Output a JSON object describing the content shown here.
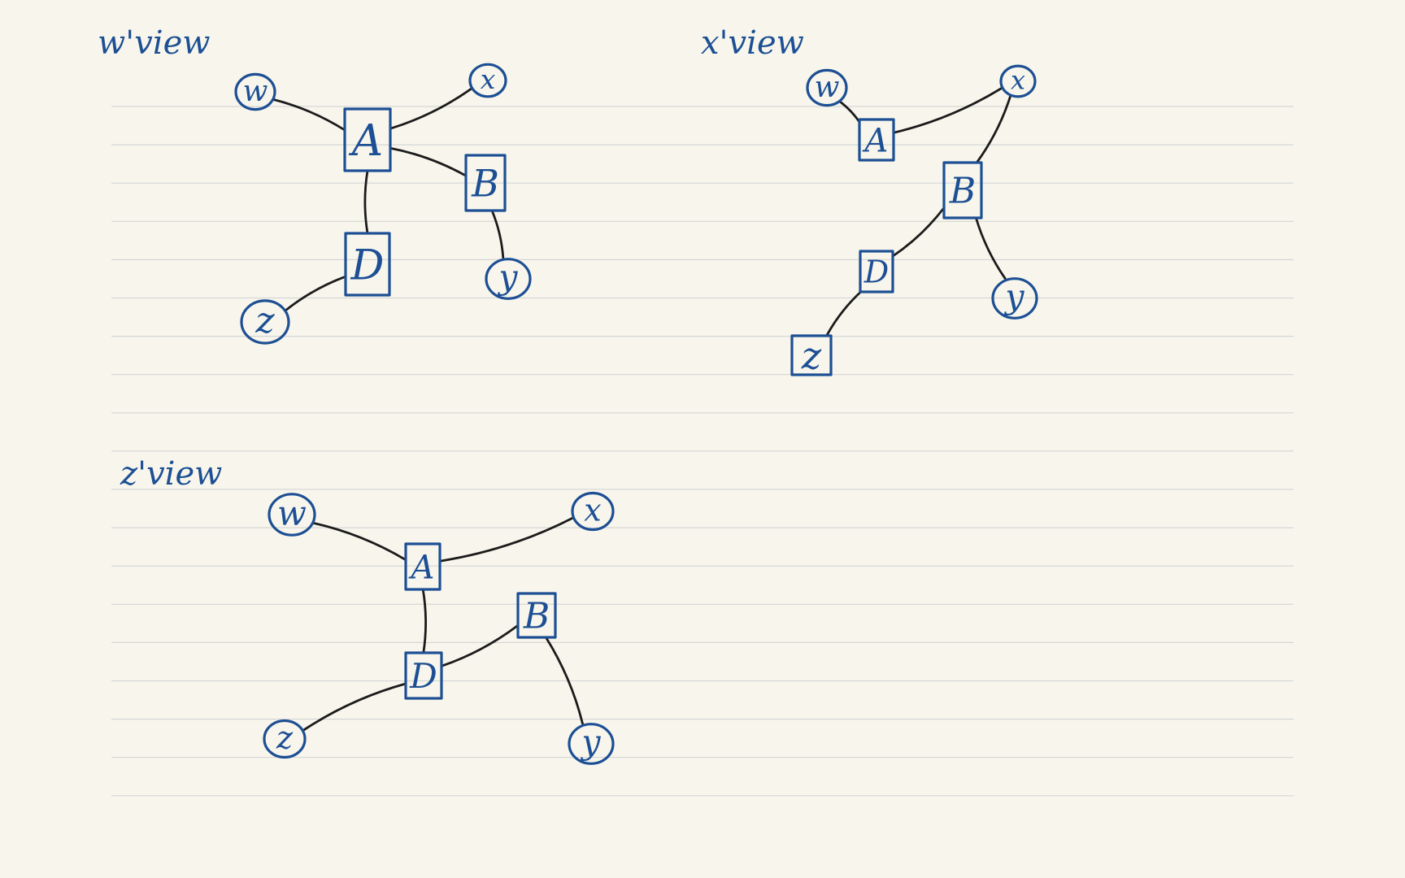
{
  "page": {
    "background": "#f8f6ec",
    "ink_color": "#1d4f94",
    "edge_color": "#1b1b1b",
    "rule_color": "#d4d6d6"
  },
  "views": [
    {
      "id": "w",
      "title": "w'view",
      "nodes": [
        {
          "id": "w",
          "label": "w",
          "kind": "host"
        },
        {
          "id": "x",
          "label": "x",
          "kind": "host"
        },
        {
          "id": "A",
          "label": "A",
          "kind": "router"
        },
        {
          "id": "B",
          "label": "B",
          "kind": "router"
        },
        {
          "id": "D",
          "label": "D",
          "kind": "router"
        },
        {
          "id": "y",
          "label": "y",
          "kind": "host"
        },
        {
          "id": "z",
          "label": "z",
          "kind": "host"
        }
      ],
      "edges": [
        [
          "w",
          "A"
        ],
        [
          "A",
          "x"
        ],
        [
          "A",
          "B"
        ],
        [
          "A",
          "D"
        ],
        [
          "B",
          "y"
        ],
        [
          "D",
          "z"
        ]
      ]
    },
    {
      "id": "x",
      "title": "x'view",
      "nodes": [
        {
          "id": "w",
          "label": "w",
          "kind": "host"
        },
        {
          "id": "x",
          "label": "x",
          "kind": "host"
        },
        {
          "id": "A",
          "label": "A",
          "kind": "router"
        },
        {
          "id": "B",
          "label": "B",
          "kind": "router"
        },
        {
          "id": "D",
          "label": "D",
          "kind": "router"
        },
        {
          "id": "y",
          "label": "y",
          "kind": "host"
        },
        {
          "id": "z",
          "label": "z",
          "kind": "router"
        }
      ],
      "edges": [
        [
          "w",
          "A"
        ],
        [
          "A",
          "x"
        ],
        [
          "x",
          "B"
        ],
        [
          "B",
          "y"
        ],
        [
          "B",
          "D"
        ],
        [
          "D",
          "z"
        ]
      ]
    },
    {
      "id": "z",
      "title": "z'view",
      "nodes": [
        {
          "id": "w",
          "label": "w",
          "kind": "host"
        },
        {
          "id": "x",
          "label": "x",
          "kind": "host"
        },
        {
          "id": "A",
          "label": "A",
          "kind": "router"
        },
        {
          "id": "B",
          "label": "B",
          "kind": "router"
        },
        {
          "id": "D",
          "label": "D",
          "kind": "router"
        },
        {
          "id": "y",
          "label": "y",
          "kind": "host"
        },
        {
          "id": "z",
          "label": "z",
          "kind": "host"
        }
      ],
      "edges": [
        [
          "w",
          "A"
        ],
        [
          "A",
          "x"
        ],
        [
          "A",
          "D"
        ],
        [
          "D",
          "B"
        ],
        [
          "B",
          "y"
        ],
        [
          "D",
          "z"
        ]
      ]
    }
  ]
}
